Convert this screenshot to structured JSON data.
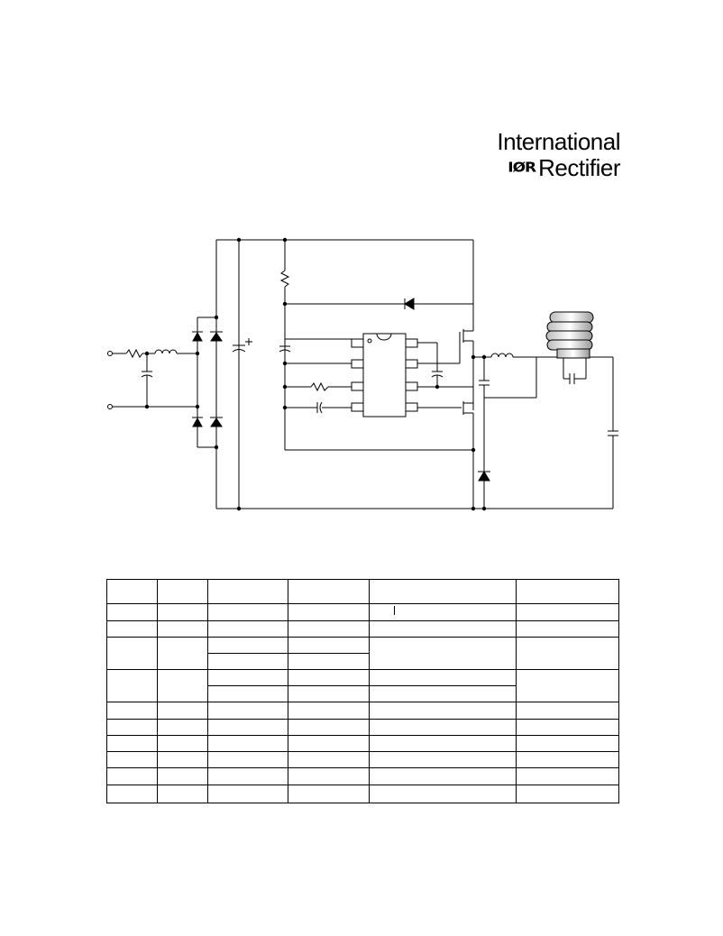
{
  "header": {
    "logo_text_line1": "International",
    "logo_mark": "IØR",
    "logo_text_line2": "Rectifier"
  },
  "schematic": {
    "description_icon": "ballast-circuit-schematic-icon",
    "ic_pin1_marker": "o"
  },
  "table": {
    "rows": 13,
    "columns": 6
  },
  "colors": {
    "line": "#000000",
    "background": "#ffffff",
    "lamp_gradient": "#cccccc"
  }
}
